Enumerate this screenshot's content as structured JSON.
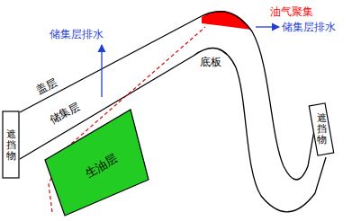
{
  "diagram": {
    "nodes": [
      {
        "text": [
          "生油层"
        ]
      }
    ],
    "labels": [
      "油气聚集",
      "储集层排水",
      "底板",
      "储集层排水",
      "盖层",
      "储集层",
      "遮挡物",
      "遮挡物"
    ]
  }
}
